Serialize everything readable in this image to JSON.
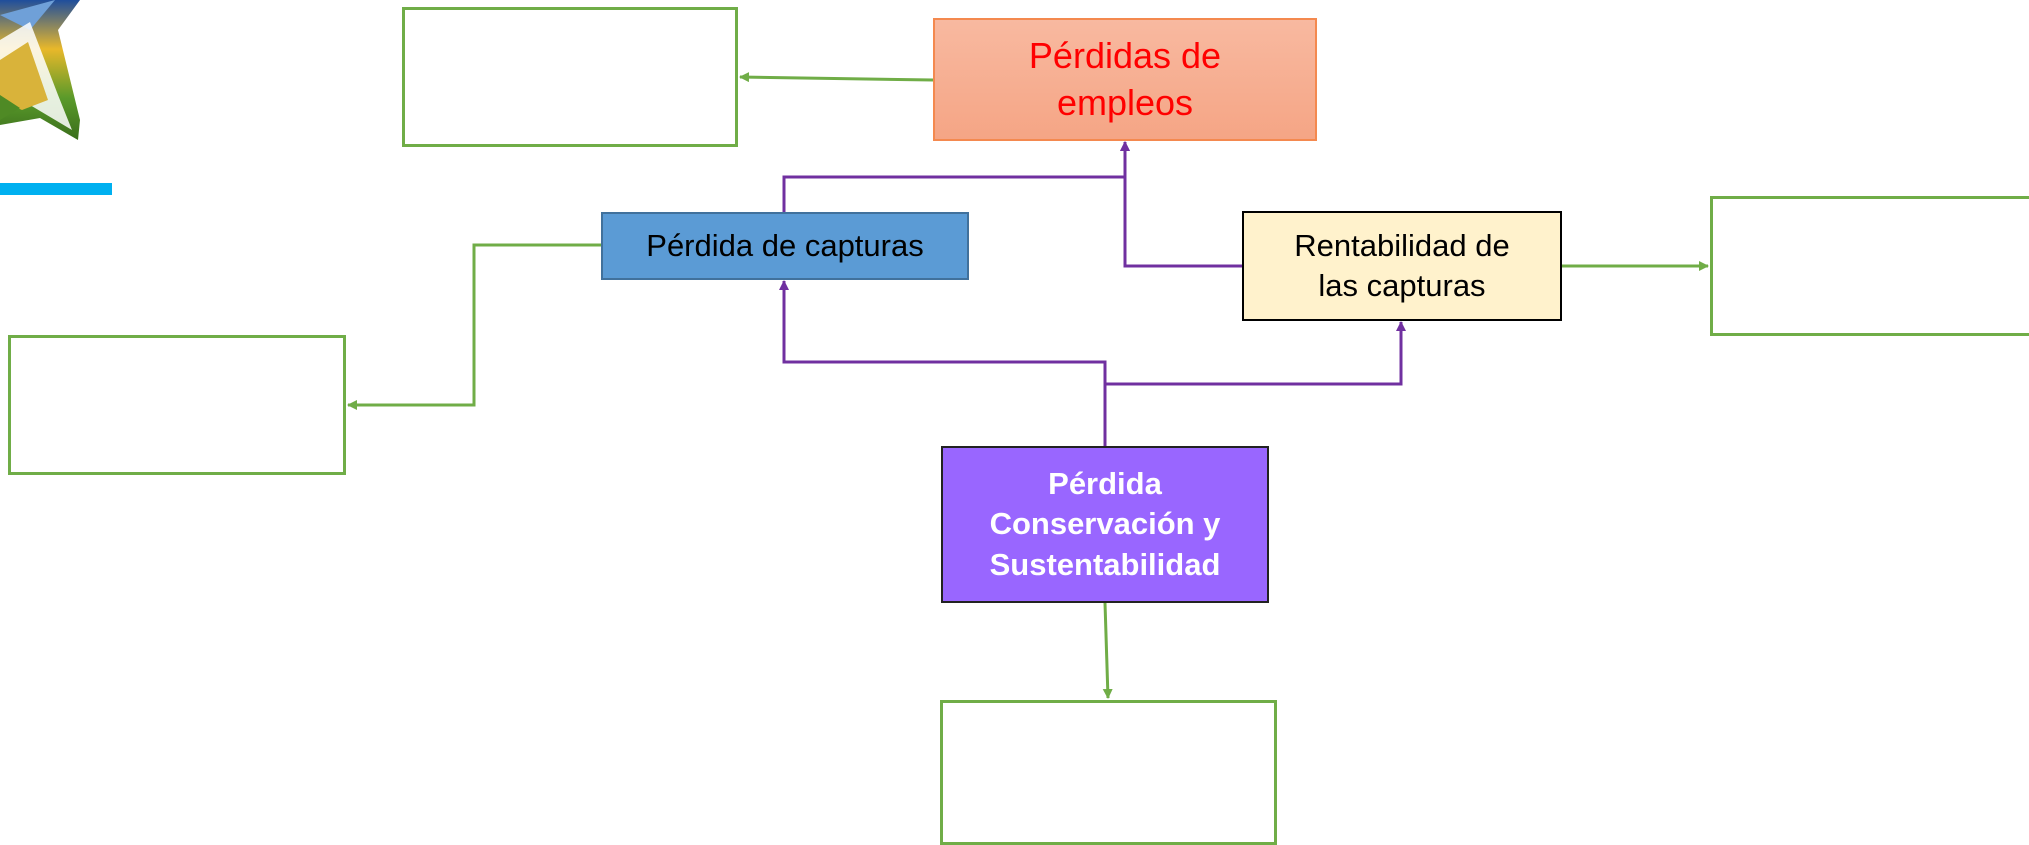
{
  "nodes": {
    "perdidas_empleos": {
      "line1": "Pérdidas de",
      "line2": "empleos",
      "text_color": "#ff0000"
    },
    "perdida_capturas": {
      "line1": "Pérdida de capturas"
    },
    "rentabilidad": {
      "line1": "Rentabilidad de",
      "line2": "las capturas"
    },
    "conservacion": {
      "line1": "Pérdida",
      "line2": "Conservación y",
      "line3": "Sustentabilidad"
    }
  },
  "empty_boxes": [
    "",
    "",
    "",
    ""
  ],
  "colors": {
    "purple_connector": "#7030a0",
    "green_connector": "#70ad47",
    "accent_bar": "#00b0f0"
  },
  "icons": [
    "logo-emblem-icon"
  ]
}
